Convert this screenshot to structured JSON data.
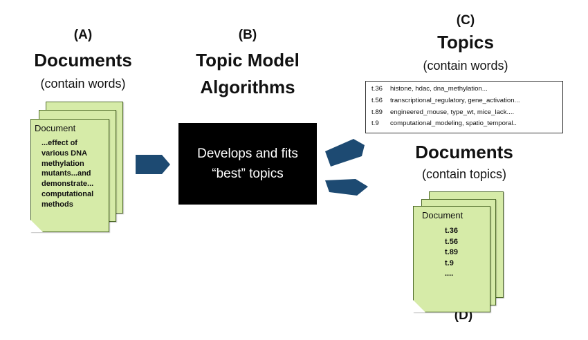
{
  "colors": {
    "arrow": "#1d4a72",
    "doc_fill": "#d6eba8",
    "doc_border": "#4f6b2a",
    "center_box": "#000000"
  },
  "section_a": {
    "letter": "(A)",
    "title": "Documents",
    "subtitle": "(contain words)"
  },
  "section_b": {
    "letter": "(B)",
    "title_line1": "Topic Model",
    "title_line2": "Algorithms"
  },
  "section_c": {
    "letter": "(C)",
    "title": "Topics",
    "subtitle": "(contain words)"
  },
  "section_d": {
    "title": "Documents",
    "subtitle": "(contain topics)",
    "letter": "(D)"
  },
  "center_box": {
    "line1": "Develops and fits",
    "line2": "“best” topics"
  },
  "doc_a": {
    "title": "Document",
    "lines": [
      "...effect of",
      "various DNA",
      "methylation",
      "mutants...and",
      "demonstrate...",
      "computational",
      "methods"
    ]
  },
  "topics": [
    {
      "id": "t.36",
      "words": "histone, hdac, dna_methylation..."
    },
    {
      "id": "t.56",
      "words": "transcriptional_regulatory, gene_activation..."
    },
    {
      "id": "t.89",
      "words": "engineered_mouse, type_wt, mice_lack...."
    },
    {
      "id": "t.9",
      "words": "computational_modeling, spatio_temporal.."
    }
  ],
  "doc_d": {
    "title": "Document",
    "lines": [
      "t.36",
      "t.56",
      "t.89",
      "t.9",
      "...."
    ]
  }
}
